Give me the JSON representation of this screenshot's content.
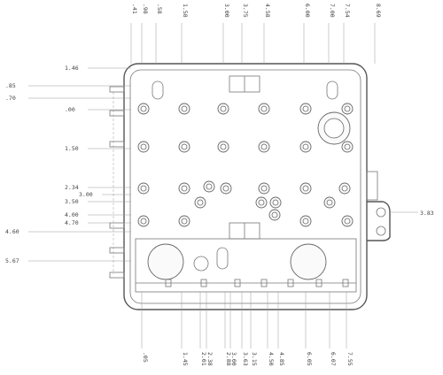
{
  "drawing": {
    "top_dims": [
      ".41",
      ".58",
      ".98",
      "1.58",
      "3.00",
      "3.75",
      "4.58",
      "6.00",
      "7.00",
      "7.54",
      "8.69"
    ],
    "left_dims": [
      "1.46",
      ".85",
      ".70",
      ".00",
      "1.50",
      "2.34",
      "3.00",
      "3.50",
      "4.00",
      "4.70",
      "4.60",
      "5.67"
    ],
    "right_dims": [
      "3.83"
    ],
    "bottom_dims": [
      ".05",
      "1.45",
      "2.38",
      "2.01",
      "2.88",
      "3.00",
      "3.63",
      "3.15",
      "4.50",
      "4.85",
      "6.05",
      "6.07",
      "7.55"
    ]
  }
}
